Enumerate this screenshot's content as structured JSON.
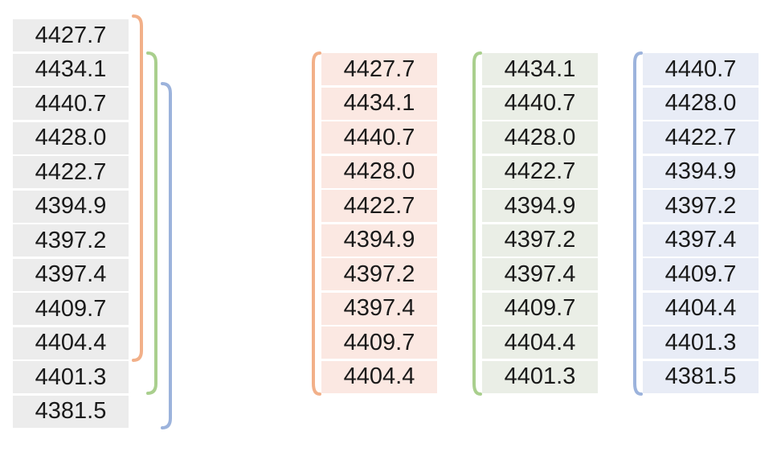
{
  "source_sequence": {
    "values": [
      "4427.7",
      "4434.1",
      "4440.7",
      "4428.0",
      "4422.7",
      "4394.9",
      "4397.2",
      "4397.4",
      "4409.7",
      "4404.4",
      "4401.3",
      "4381.5"
    ],
    "cell_color": "#ececec"
  },
  "windows": [
    {
      "values": [
        "4427.7",
        "4434.1",
        "4440.7",
        "4428.0",
        "4422.7",
        "4394.9",
        "4397.2",
        "4397.4",
        "4409.7",
        "4404.4"
      ],
      "cell_color": "#fbe8e2",
      "bracket_color": "#f2b089"
    },
    {
      "values": [
        "4434.1",
        "4440.7",
        "4428.0",
        "4422.7",
        "4394.9",
        "4397.2",
        "4397.4",
        "4409.7",
        "4404.4",
        "4401.3"
      ],
      "cell_color": "#eaeee6",
      "bracket_color": "#a9cf8d"
    },
    {
      "values": [
        "4440.7",
        "4428.0",
        "4422.7",
        "4394.9",
        "4397.2",
        "4397.4",
        "4409.7",
        "4404.4",
        "4401.3",
        "4381.5"
      ],
      "cell_color": "#e8ecf6",
      "bracket_color": "#9cb3dc"
    }
  ]
}
